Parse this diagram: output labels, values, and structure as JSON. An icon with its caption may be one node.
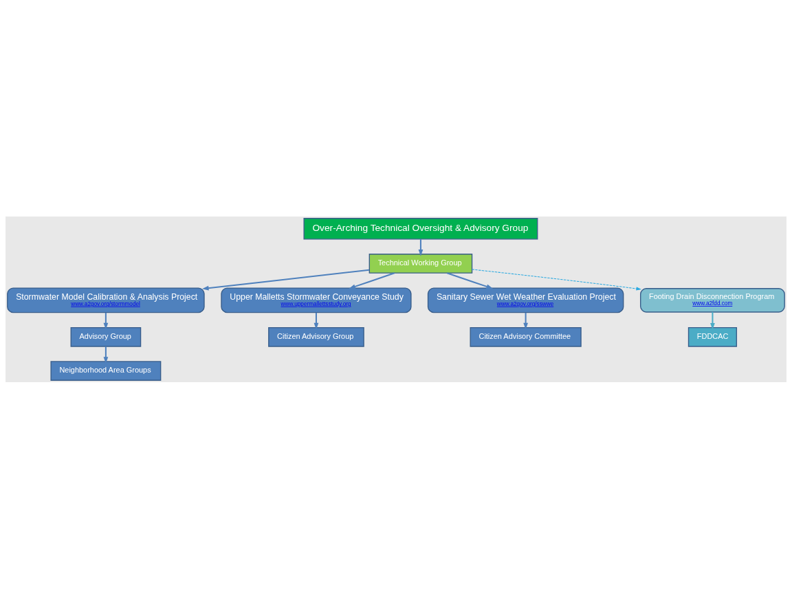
{
  "diagram": {
    "nodes": [
      {
        "text": [
          "Over-Arching Technical Oversight & Advisory Group"
        ]
      },
      {
        "text": [
          "Technical Working Group"
        ]
      },
      {
        "text": [
          "Stormwater Model Calibration & Analysis Project",
          "www.a2gov.org/stormmodel"
        ]
      },
      {
        "text": [
          "Upper Malletts Stormwater Conveyance Study",
          "www.uppermallettsstudy.org"
        ]
      },
      {
        "text": [
          "Sanitary Sewer Wet Weather Evaluation Project",
          "www.a2gov.org/sswwe"
        ]
      },
      {
        "text": [
          "Advisory Group"
        ]
      },
      {
        "text": [
          "Citizen Advisory Group"
        ]
      },
      {
        "text": [
          "Citizen Advisory Committee"
        ]
      },
      {
        "text": [
          "Neighborhood Area Groups"
        ]
      },
      {
        "text": [
          "Footing Drain Disconnection Program",
          "www.a2fdd.com"
        ]
      },
      {
        "text": [
          "FDDCAC"
        ]
      }
    ],
    "edges": [
      {
        "from": 0,
        "to": 1,
        "arrow": "to"
      },
      {
        "from": 1,
        "to": 2,
        "arrow": "to"
      },
      {
        "from": 1,
        "to": 3,
        "arrow": "to"
      },
      {
        "from": 1,
        "to": 4,
        "arrow": "to"
      },
      {
        "from": 1,
        "to": 9,
        "arrow": "to",
        "style": "dashed",
        "color": "#29a8e0"
      },
      {
        "from": 2,
        "to": 5,
        "arrow": "to"
      },
      {
        "from": 3,
        "to": 6,
        "arrow": "to"
      },
      {
        "from": 4,
        "to": 7,
        "arrow": "to"
      },
      {
        "from": 5,
        "to": 8,
        "arrow": "to"
      },
      {
        "from": 9,
        "to": 10,
        "arrow": "to",
        "color": "#4bacc6"
      }
    ]
  }
}
